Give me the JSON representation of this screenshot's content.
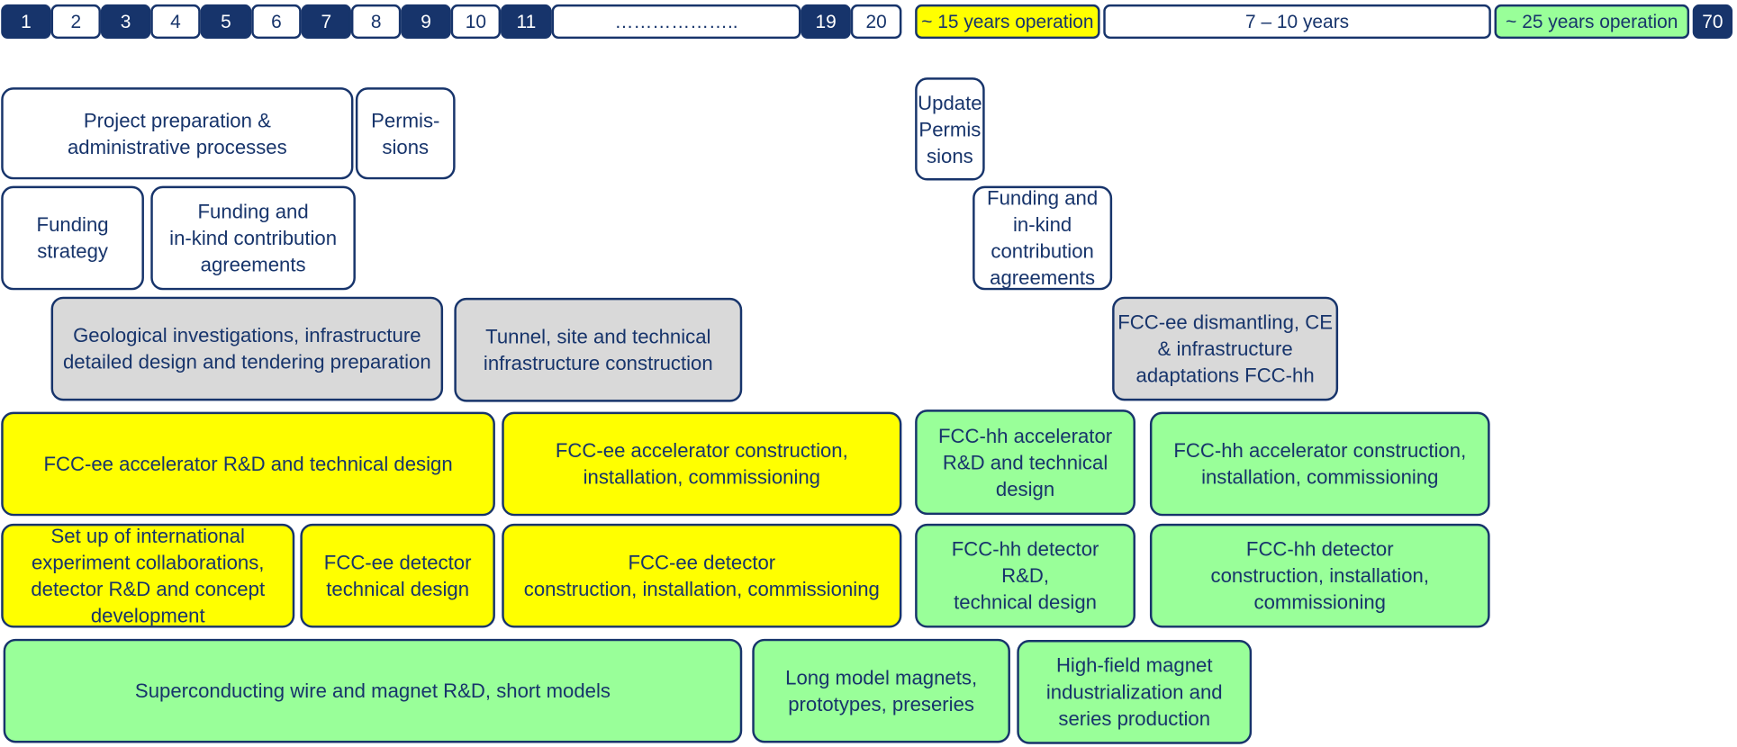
{
  "colors": {
    "navy": "#17346b",
    "white": "#ffffff",
    "grey": "#d9d9d9",
    "yellow": "#ffff00",
    "green": "#99ff99"
  },
  "timeline": [
    "1",
    "2",
    "3",
    "4",
    "5",
    "6",
    "7",
    "8",
    "9",
    "10",
    "11",
    "………………..",
    "19",
    "20",
    "~ 15 years operation",
    "7 – 10 years",
    "~ 25 years operation",
    "70"
  ],
  "boxes": {
    "project_prep": "Project preparation &\nadministrative processes",
    "permissions": "Permis-\nsions",
    "update_permissions": "Update\nPermis\nsions",
    "funding_strategy": "Funding\nstrategy",
    "funding_agreements": "Funding and\nin-kind contribution\nagreements",
    "funding_agreements_hh": "Funding and\nin-kind\ncontribution\nagreements",
    "geological": "Geological investigations, infrastructure\ndetailed design and tendering preparation",
    "tunnel": "Tunnel, site and technical\ninfrastructure construction",
    "dismantling": "FCC-ee dismantling, CE\n& infrastructure\nadaptations FCC-hh",
    "ee_accel_rd": "FCC-ee accelerator R&D and technical design",
    "ee_accel_construction": "FCC-ee accelerator construction,\ninstallation, commissioning",
    "hh_accel_rd": "FCC-hh accelerator\nR&D and technical\ndesign",
    "hh_accel_construction": "FCC-hh accelerator construction,\ninstallation, commissioning",
    "collaborations": "Set up of international\nexperiment collaborations,\ndetector R&D and concept\ndevelopment",
    "ee_detector_design": "FCC-ee detector\ntechnical design",
    "ee_detector_construction": "FCC-ee detector\nconstruction, installation, commissioning",
    "hh_detector_rd": "FCC-hh detector\nR&D,\ntechnical design",
    "hh_detector_construction": "FCC-hh detector\nconstruction, installation,\ncommissioning",
    "sc_wire": "Superconducting wire and magnet R&D, short models",
    "long_model": "Long model magnets,\nprototypes, preseries",
    "high_field": "High-field magnet\nindustrialization and\nseries production"
  }
}
